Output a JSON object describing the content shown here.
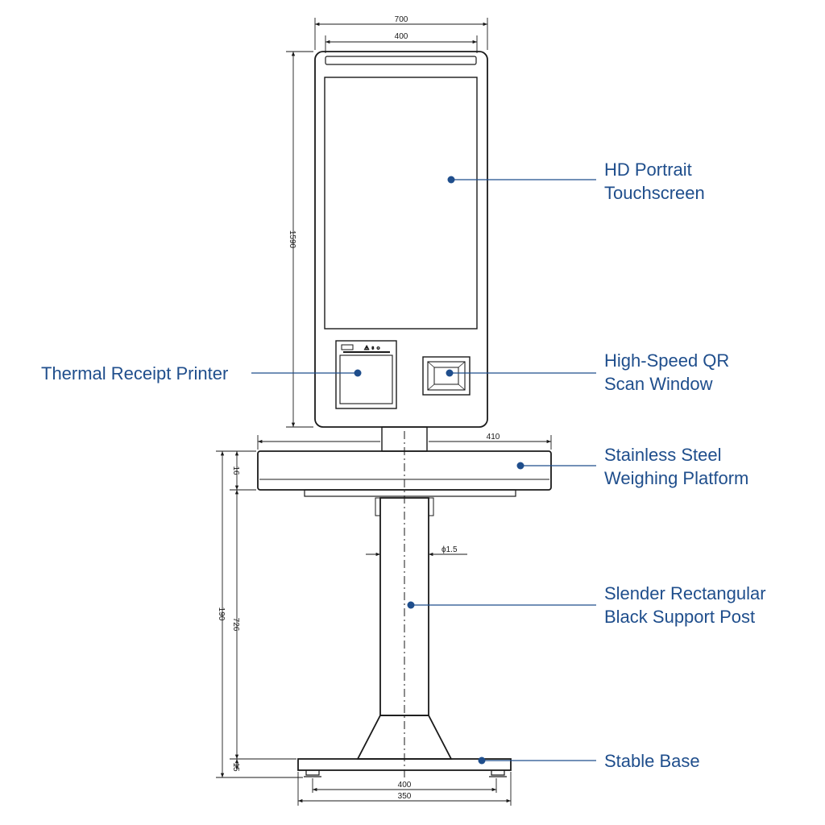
{
  "colors": {
    "outline": "#1a1a1a",
    "callout": "#1f4e8c",
    "background": "#ffffff"
  },
  "dimensions": {
    "kiosk_outer_width": "700",
    "screen_width": "400",
    "kiosk_height": "1590",
    "platform_width": "410",
    "platform_thickness": "16",
    "stand_height": "190",
    "post_height": "726",
    "base_thickness": "15",
    "post_diameter": "ϕ1.5",
    "base_width_inner": "400",
    "base_width_outer": "350"
  },
  "callouts": {
    "touchscreen": {
      "line1": "HD Portrait",
      "line2": "Touchscreen"
    },
    "printer": {
      "line1": "Thermal Receipt Printer"
    },
    "scanner": {
      "line1": "High-Speed QR",
      "line2": "Scan Window"
    },
    "platform": {
      "line1": "Stainless Steel",
      "line2": "Weighing Platform"
    },
    "post": {
      "line1": "Slender Rectangular",
      "line2": "Black Support Post"
    },
    "base": {
      "line1": "Stable Base"
    }
  }
}
